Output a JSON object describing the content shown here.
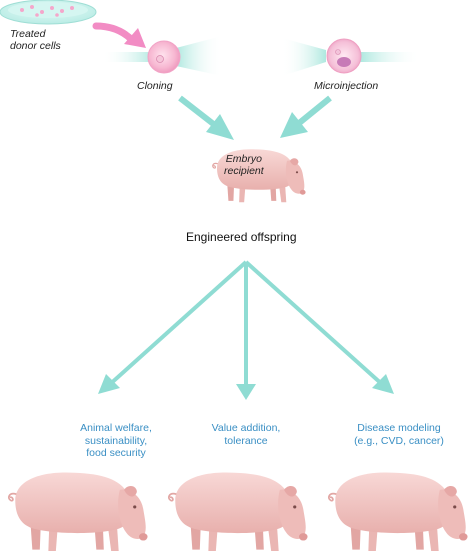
{
  "labels": {
    "treated_donor_cells_line1": "Treated",
    "treated_donor_cells_line2": "donor cells",
    "cloning": "Cloning",
    "microinjection": "Microinjection",
    "embryo_line1": "Embryo",
    "embryo_line2": "recipient",
    "engineered_offspring": "Engineered offspring"
  },
  "outcomes": [
    {
      "lines": [
        "Animal welfare,",
        "sustainability,",
        "food security"
      ]
    },
    {
      "lines": [
        "Value addition,",
        "tolerance"
      ]
    },
    {
      "lines": [
        "Disease modeling",
        "(e.g., CVD, cancer)"
      ]
    }
  ],
  "colors": {
    "arrow": "#8fdcd3",
    "pink_arrow": "#f28cc4",
    "outcome_text": "#3a8fc4",
    "pig": "#f1c4c2",
    "cell": "#f7b8d2"
  }
}
